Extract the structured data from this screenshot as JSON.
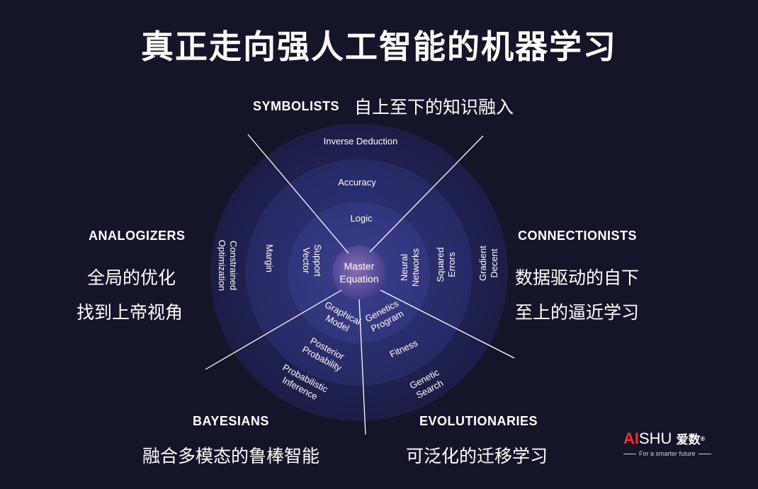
{
  "title": "真正走向强人工智能的机器学习",
  "schools": {
    "symbolists": {
      "name": "SYMBOLISTS",
      "desc": "自上至下的知识融入"
    },
    "analogizers": {
      "name": "ANALOGIZERS",
      "desc1": "全局的优化",
      "desc2": "找到上帝视角"
    },
    "connectionists": {
      "name": "CONNECTIONISTS",
      "desc1": "数据驱动的自下",
      "desc2": "至上的逼近学习"
    },
    "bayesians": {
      "name": "BAYESIANS",
      "desc": "融合多模态的鲁棒智能"
    },
    "evolutionaries": {
      "name": "EVOLUTIONARIES",
      "desc": "可泛化的迁移学习"
    }
  },
  "wheel": {
    "center": [
      "Master",
      "Equation"
    ],
    "symbolists": [
      "Inverse Deduction",
      "Accuracy",
      "Logic"
    ],
    "analogizers": [
      [
        "Constrained",
        "Optimization"
      ],
      [
        "Margin"
      ],
      [
        "Support",
        "Vector"
      ]
    ],
    "connectionists": [
      [
        "Neural",
        "Networks"
      ],
      [
        "Squared",
        "Errors"
      ],
      [
        "Gradient",
        "Decent"
      ]
    ],
    "bayesians": [
      [
        "Graphical",
        "Model"
      ],
      [
        "Posterior",
        "Probability"
      ],
      [
        "Probabilistic",
        "Inference"
      ]
    ],
    "evolutionaries": [
      [
        "Genetics",
        "Program"
      ],
      [
        "Fitness"
      ],
      [
        "Genetic",
        "Search"
      ]
    ]
  },
  "logo": {
    "ai": "AI",
    "shu": "SHU",
    "cn": "爱数",
    "reg": "®",
    "tagline": "For a smarter future"
  },
  "colors": {
    "background": "#15152a",
    "ring_outer": "#1f2150",
    "ring_mid": "#2b2e6e",
    "ring_inner": "#3a3f8c",
    "center": "#5a4e9c",
    "logo_red": "#e8322c"
  }
}
